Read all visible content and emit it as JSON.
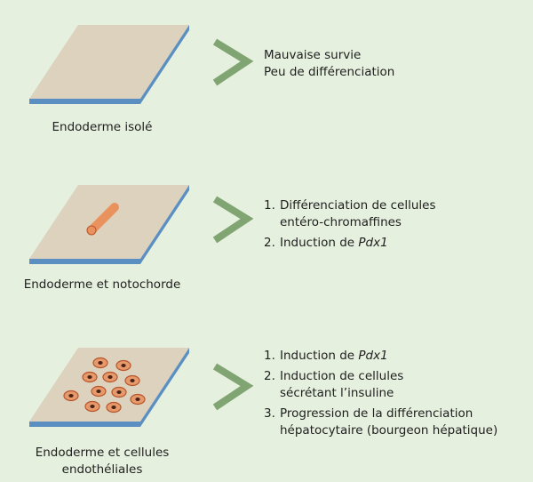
{
  "panels": [
    {
      "caption": [
        "Endoderme isolé"
      ],
      "lines": [
        "Mauvaise survie",
        "Peu de différenciation"
      ]
    },
    {
      "caption": [
        "Endoderme et notochorde"
      ],
      "items": [
        {
          "num": "1.",
          "lines": [
            "Différenciation de cellules",
            "entéro-chromaffines"
          ]
        },
        {
          "num": "2.",
          "prefix": "Induction de ",
          "italic": "Pdx1"
        }
      ]
    },
    {
      "caption": [
        "Endoderme et cellules",
        "endothéliales"
      ],
      "items": [
        {
          "num": "1.",
          "prefix": "Induction de ",
          "italic": "Pdx1"
        },
        {
          "num": "2.",
          "lines": [
            "Induction de cellules",
            "sécrétant l’insuline"
          ]
        },
        {
          "num": "3.",
          "lines": [
            "Progression de la différenciation",
            "hépatocytaire (bourgeon hépatique)"
          ]
        }
      ]
    }
  ],
  "colors": {
    "background": "#e6f0df",
    "plate": "#dcd2bd",
    "plate_edge": "#5b8fc1",
    "arrow": "#80a573",
    "cell_fill": "#e69a6b",
    "cell_ring": "#b8542c",
    "cell_nucleus": "#4a2216",
    "notochord": "#e9925e"
  }
}
